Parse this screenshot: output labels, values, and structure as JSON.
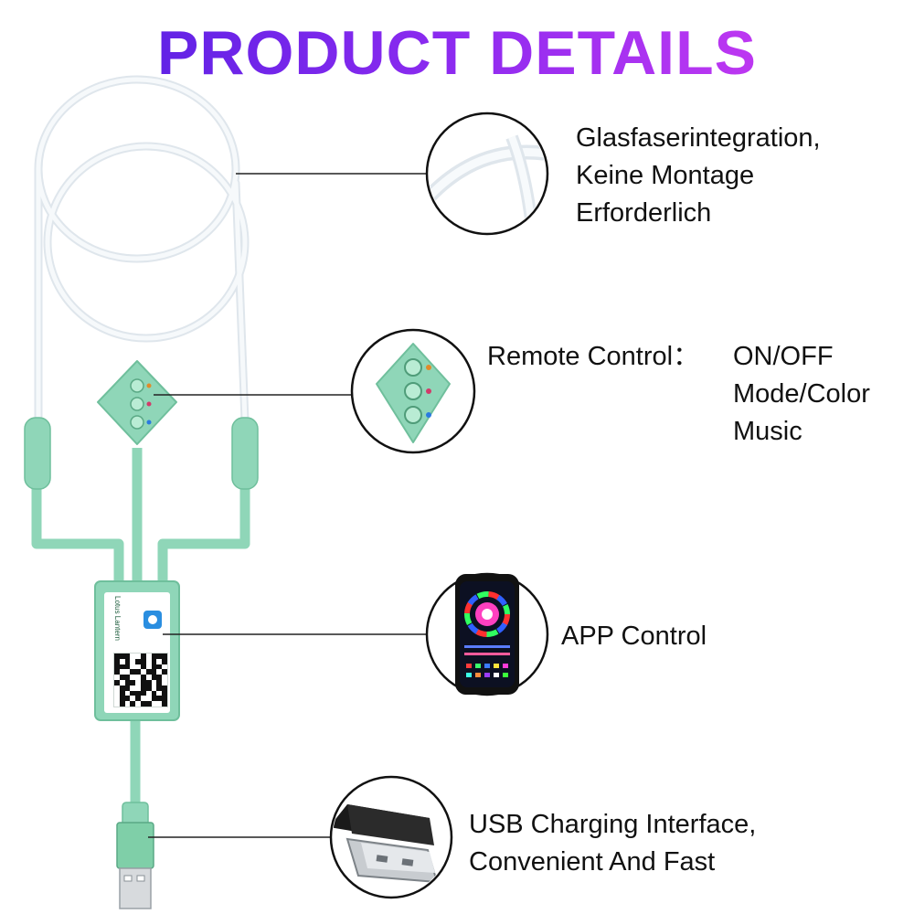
{
  "title": "PRODUCT DETAILS",
  "features": [
    {
      "name": "fiber",
      "lines": [
        "Glasfaserintegration,",
        "Keine Montage",
        "Erforderlich"
      ]
    },
    {
      "name": "remote",
      "label": "Remote Control：",
      "options": [
        "ON/OFF",
        "Mode/Color",
        "Music"
      ]
    },
    {
      "name": "app",
      "lines": [
        "APP Control"
      ]
    },
    {
      "name": "usb",
      "lines": [
        "USB Charging Interface,",
        "Convenient And Fast"
      ]
    }
  ],
  "controller_brand": "Lotus Lantern",
  "colors": {
    "title_start": "#4b1ee0",
    "title_end": "#d63ef2",
    "cable_green": "#8fd6b8",
    "cable_green_dark": "#6fbf9c",
    "fiber": "#e8edf2",
    "callout_line": "#222222"
  },
  "icons": [
    "remote-button-icon",
    "app-color-wheel-icon",
    "usb-plug-icon",
    "qr-code-icon"
  ]
}
